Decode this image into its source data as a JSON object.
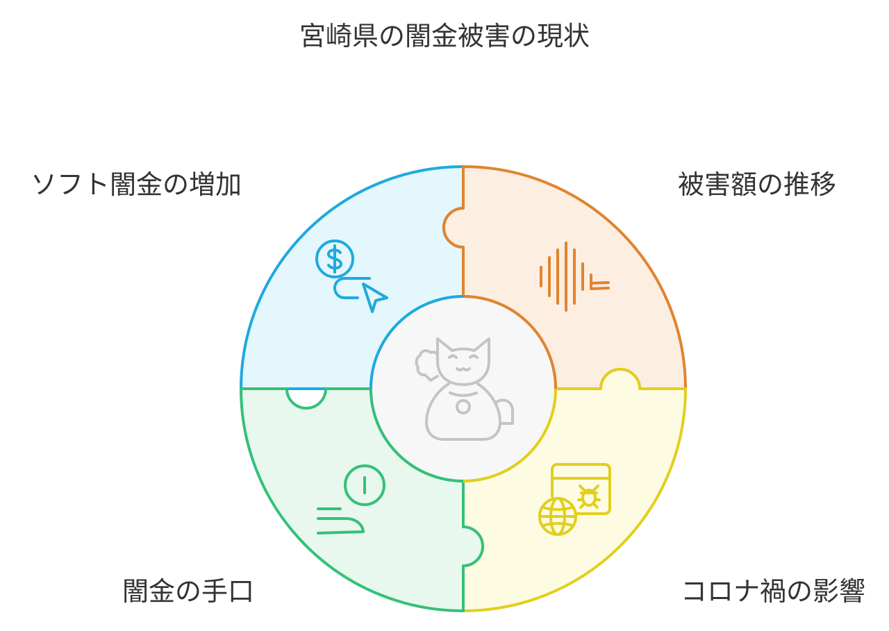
{
  "title": "宮崎県の闇金被害の現状",
  "segments": [
    {
      "id": "soft",
      "label": "ソフト闇金の増加",
      "icon": "dollar-click-icon",
      "fill": "#e3f7fd",
      "stroke": "#1fa9de"
    },
    {
      "id": "trend",
      "label": "被害額の推移",
      "icon": "sound-wave-icon",
      "fill": "#fdeee2",
      "stroke": "#e0842f"
    },
    {
      "id": "methods",
      "label": "闇金の手口",
      "icon": "coin-hand-icon",
      "fill": "#e8f8ee",
      "stroke": "#35c079"
    },
    {
      "id": "covid",
      "label": "コロナ禍の影響",
      "icon": "globe-virus-icon",
      "fill": "#fefbe3",
      "stroke": "#e2cf1c"
    }
  ],
  "center": {
    "icon": "lucky-cat-icon",
    "fill": "#f7f7f7",
    "stroke": "#c4c4c4"
  }
}
